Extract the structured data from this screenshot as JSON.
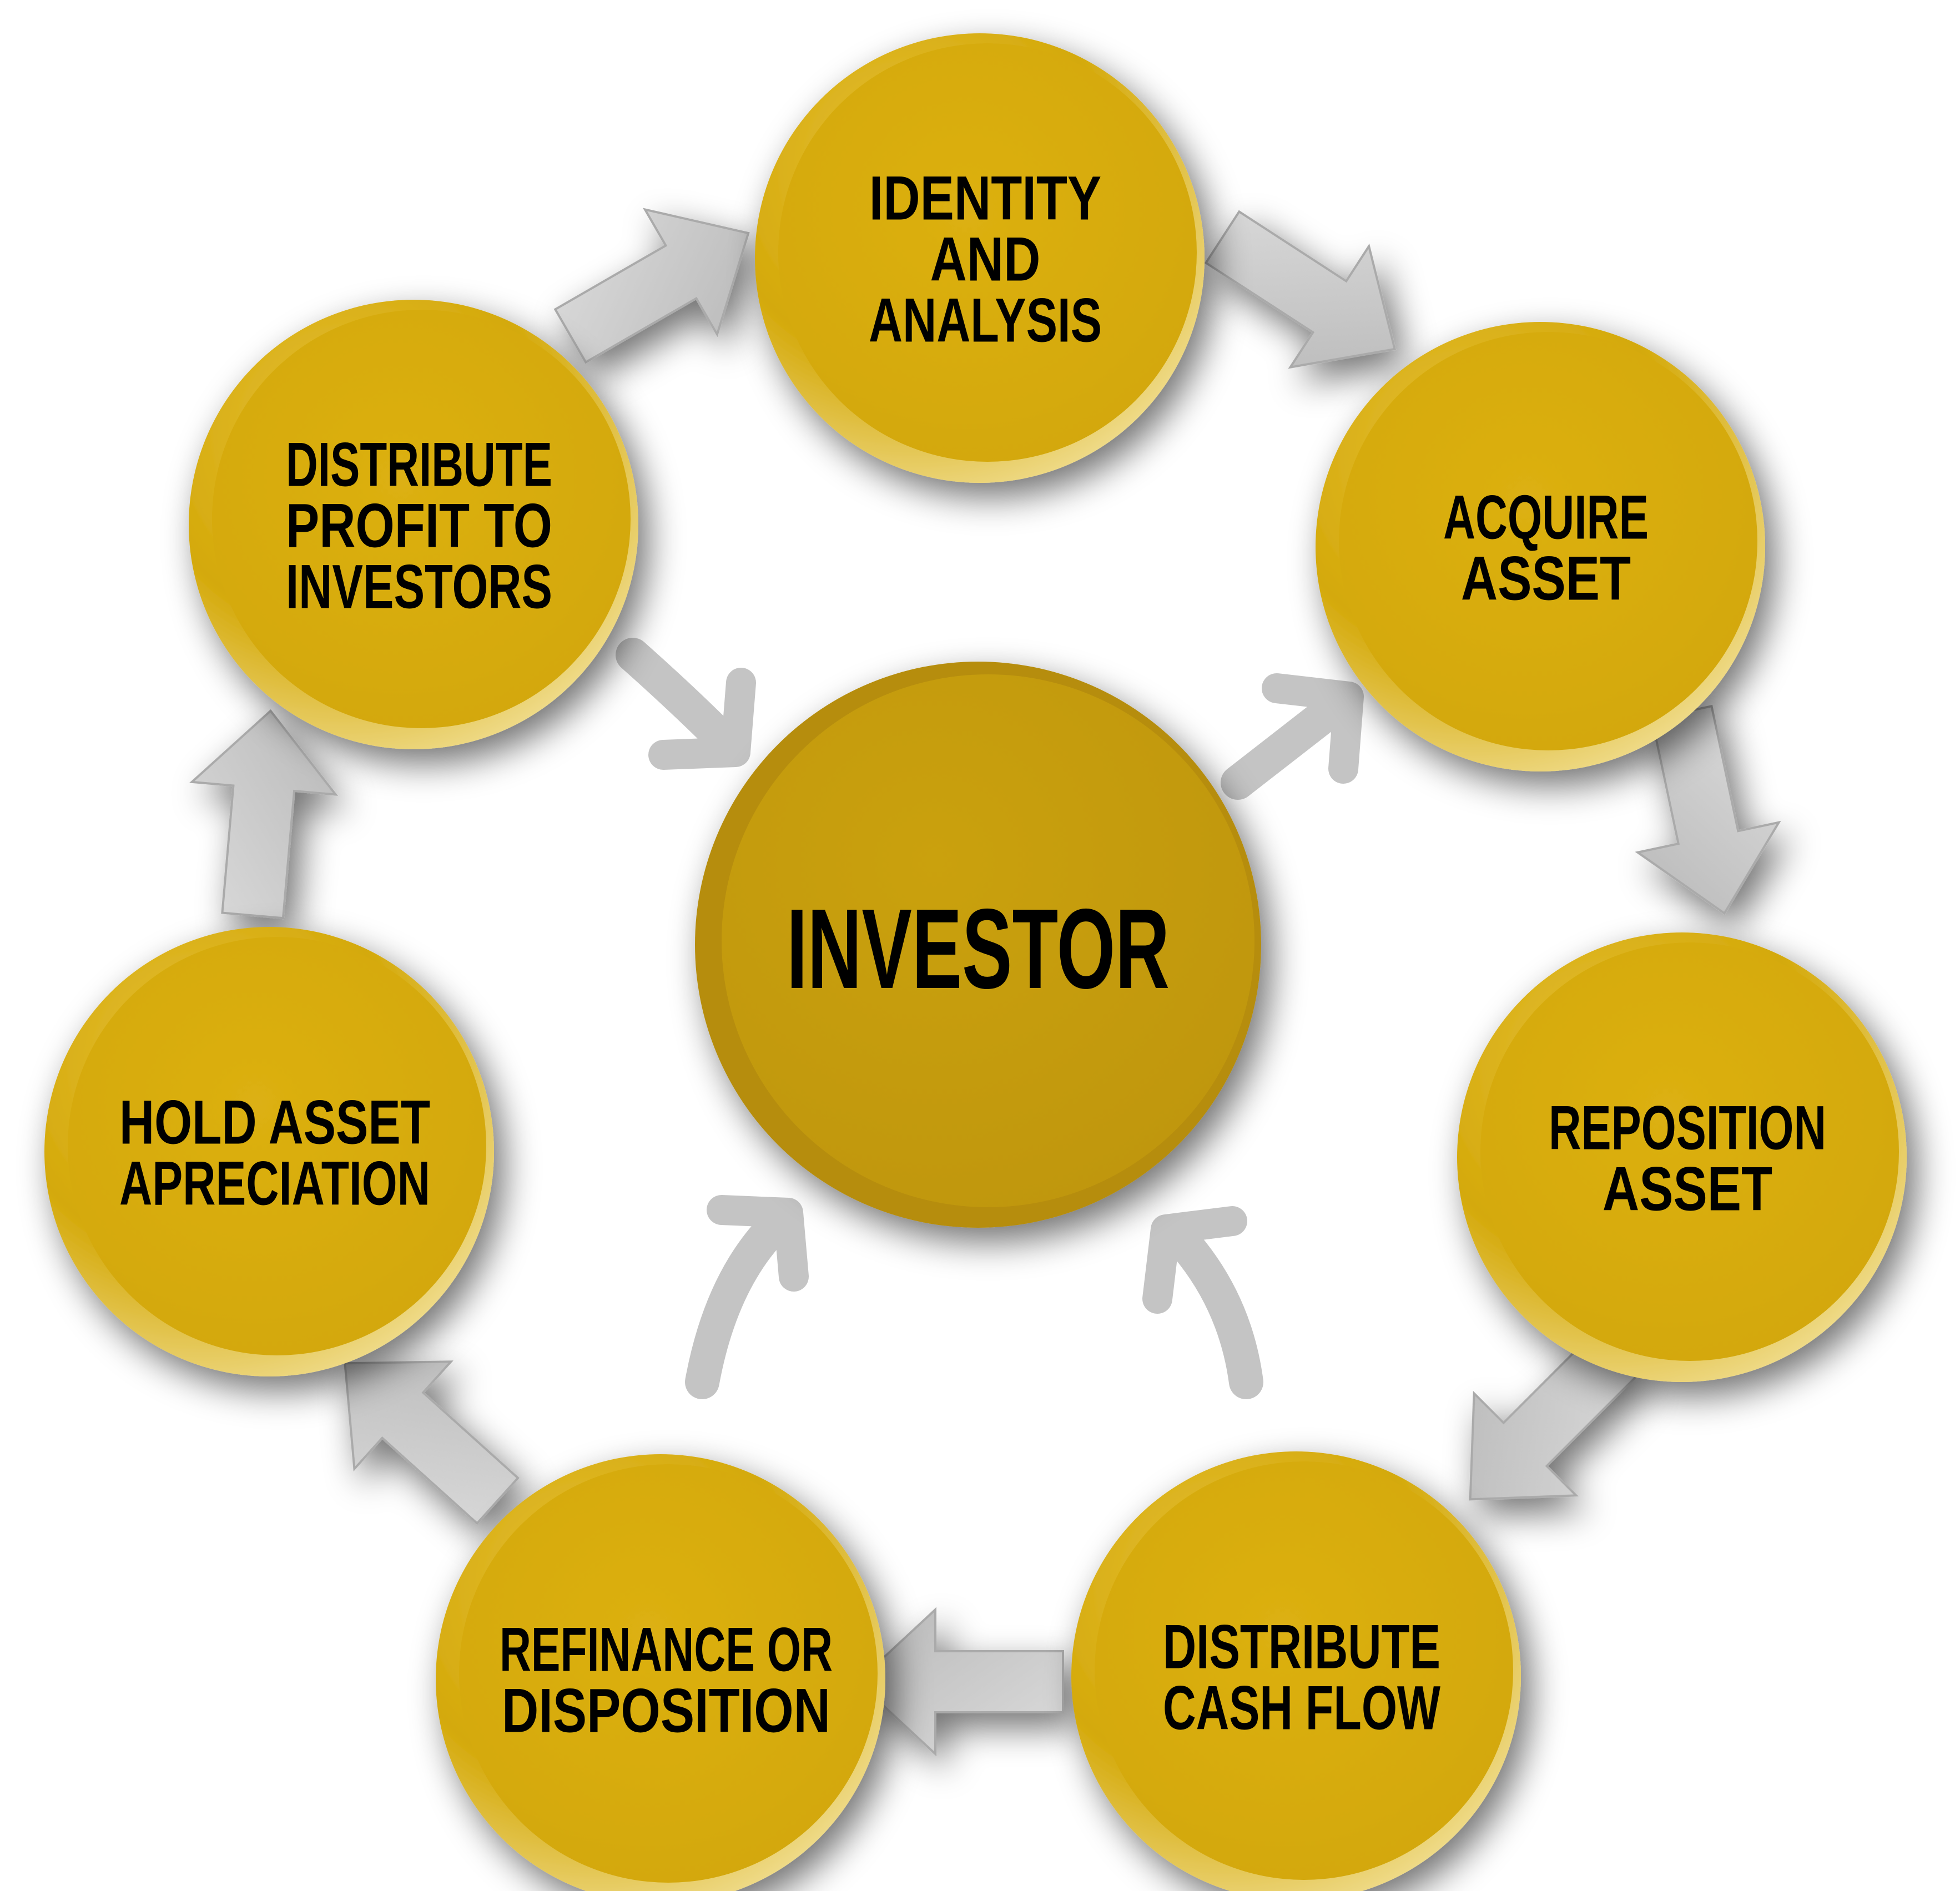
{
  "center": {
    "label": "INVESTOR"
  },
  "nodes": [
    {
      "id": "identity",
      "lines": [
        "IDENTITY",
        "AND",
        "ANALYSIS"
      ]
    },
    {
      "id": "acquire",
      "lines": [
        "ACQUIRE",
        "ASSET"
      ]
    },
    {
      "id": "reposition",
      "lines": [
        "REPOSITION",
        "ASSET"
      ]
    },
    {
      "id": "distribute-cash",
      "lines": [
        "DISTRIBUTE",
        "CASH FLOW"
      ]
    },
    {
      "id": "refinance",
      "lines": [
        "REFINANCE OR",
        "DISPOSITION"
      ]
    },
    {
      "id": "hold",
      "lines": [
        "HOLD ASSET",
        "APRECIATION"
      ]
    },
    {
      "id": "distribute-profit",
      "lines": [
        "DISTRIBUTE",
        "PROFIT TO",
        "INVESTORS"
      ]
    }
  ],
  "colors": {
    "node_fill": "#d4a90a",
    "node_rim": "#f1dd8c",
    "center_fill": "#c39a0c",
    "arrow_fill": "#c9c9c9",
    "arrow_edge": "#a9a9a9",
    "shadow": "#9a9a9a"
  }
}
